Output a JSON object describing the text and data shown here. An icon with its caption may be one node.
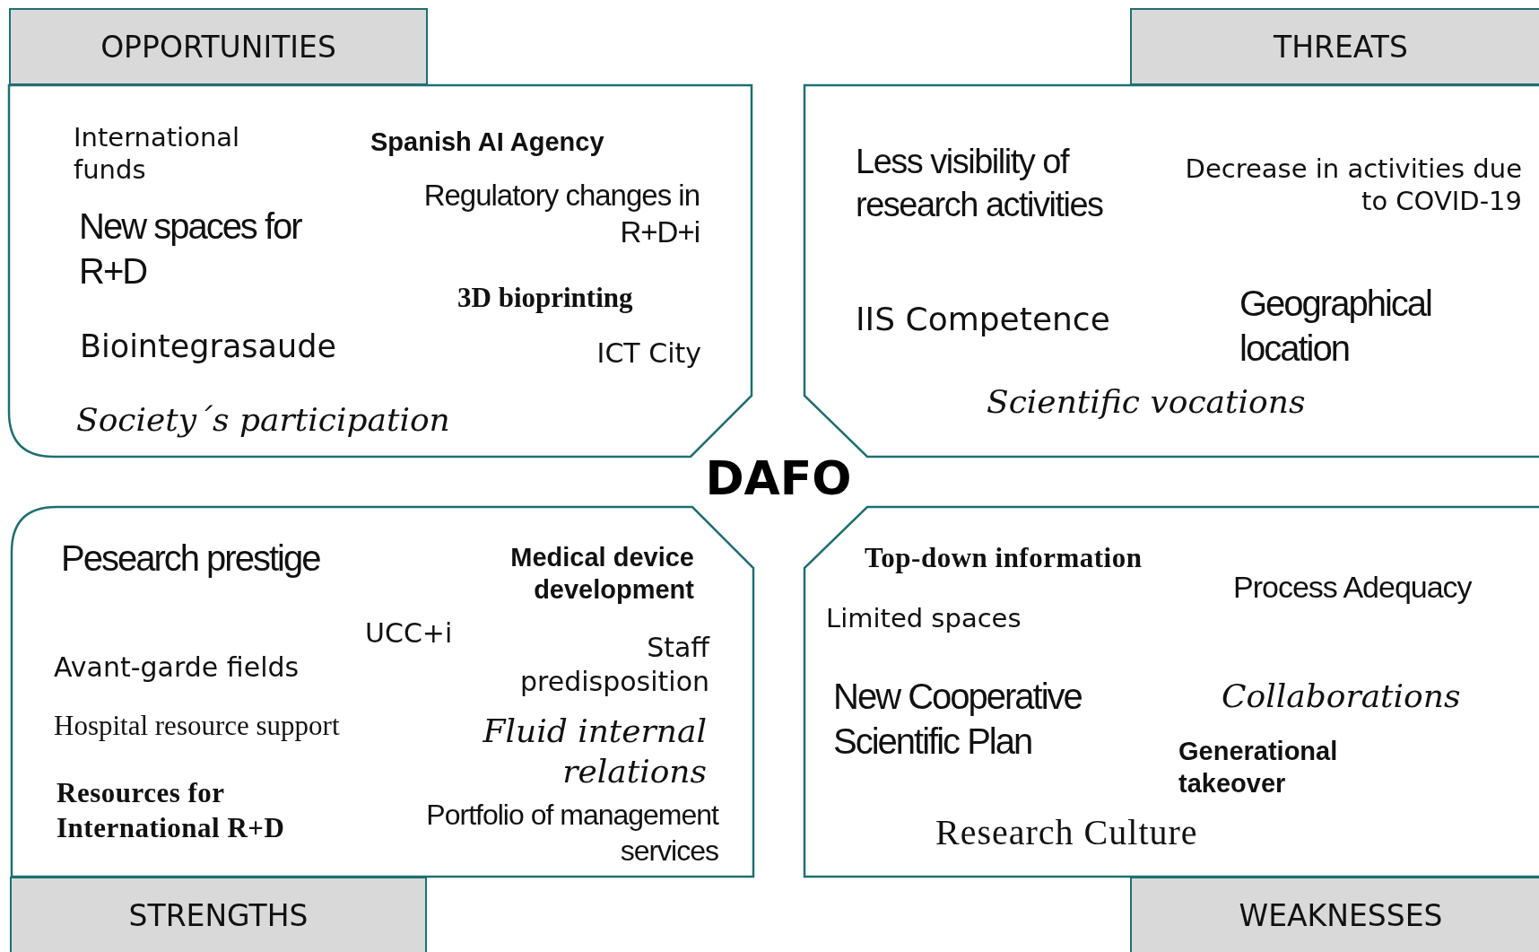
{
  "diagram": {
    "title": "DAFO",
    "nodes": [
      {
        "text": [
          "OPPORTUNITIES"
        ]
      },
      {
        "text": [
          "International funds",
          "Spanish AI Agency",
          "Regulatory changes in R+D+i",
          "New spaces for R+D",
          "3D bioprinting",
          "Biointegrasaude",
          "ICT City",
          "Society´s participation"
        ]
      },
      {
        "text": [
          "THREATS"
        ]
      },
      {
        "text": [
          "Less visibility of research activities",
          "Decrease in activities due to COVID-19",
          "IIS Competence",
          "Geographical location",
          "Scientific vocations"
        ]
      },
      {
        "text": [
          "Pesearch prestige",
          "Medical device development",
          "UCC+i",
          "Staff predisposition",
          "Avant-garde fields",
          "Hospital resource support",
          "Fluid internal relations",
          "Resources for International R+D",
          "Portfolio of management services"
        ]
      },
      {
        "text": [
          "STRENGTHS"
        ]
      },
      {
        "text": [
          "Top-down information",
          "Process Adequacy",
          "Limited spaces",
          "New Cooperative Scientific Plan",
          "Collaborations",
          "Generational takeover",
          "Research Culture"
        ]
      },
      {
        "text": [
          "WEAKNESSES"
        ]
      }
    ],
    "edges": []
  }
}
